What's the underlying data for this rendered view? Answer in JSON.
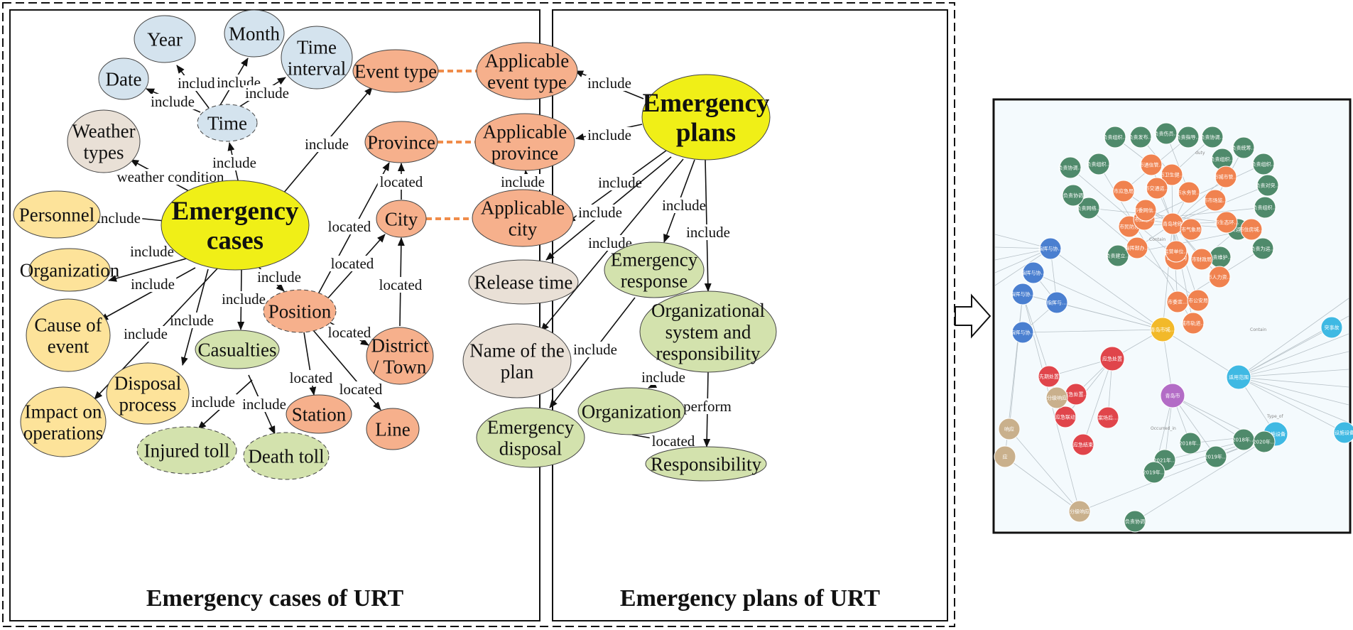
{
  "panels": {
    "left_title": "Emergency cases of URT",
    "right_title": "Emergency plans of URT"
  },
  "colors": {
    "blue": "#d4e3ee",
    "gray": "#e9e0d6",
    "yellow_light": "#fde39a",
    "yellow_center": "#f0ef17",
    "orange": "#f6b08c",
    "green": "#d3e2ad",
    "dashed_link": "#f08c4a"
  },
  "nodes": [
    {
      "id": "year",
      "lines": [
        "Year"
      ]
    },
    {
      "id": "month",
      "lines": [
        "Month"
      ]
    },
    {
      "id": "time_interval",
      "lines": [
        "Time",
        "interval"
      ]
    },
    {
      "id": "date",
      "lines": [
        "Date"
      ]
    },
    {
      "id": "time",
      "lines": [
        "Time"
      ]
    },
    {
      "id": "weather",
      "lines": [
        "Weather",
        "types"
      ]
    },
    {
      "id": "event_type",
      "lines": [
        "Event type"
      ]
    },
    {
      "id": "province",
      "lines": [
        "Province"
      ]
    },
    {
      "id": "city",
      "lines": [
        "City"
      ]
    },
    {
      "id": "personnel",
      "lines": [
        "Personnel"
      ]
    },
    {
      "id": "emergency_cases",
      "lines": [
        "Emergency",
        "cases"
      ]
    },
    {
      "id": "organization_l",
      "lines": [
        "Organization"
      ]
    },
    {
      "id": "cause",
      "lines": [
        "Cause of",
        "event"
      ]
    },
    {
      "id": "position",
      "lines": [
        "Position"
      ]
    },
    {
      "id": "district",
      "lines": [
        "District",
        "/ Town"
      ]
    },
    {
      "id": "casualties",
      "lines": [
        "Casualties"
      ]
    },
    {
      "id": "disposal_process",
      "lines": [
        "Disposal",
        "process"
      ]
    },
    {
      "id": "impact",
      "lines": [
        "Impact on",
        "operations"
      ]
    },
    {
      "id": "station",
      "lines": [
        "Station"
      ]
    },
    {
      "id": "line",
      "lines": [
        "Line"
      ]
    },
    {
      "id": "injured",
      "lines": [
        "Injured toll"
      ]
    },
    {
      "id": "death",
      "lines": [
        "Death toll"
      ]
    },
    {
      "id": "app_event_type",
      "lines": [
        "Applicable",
        "event type"
      ]
    },
    {
      "id": "app_province",
      "lines": [
        "Applicable",
        "province"
      ]
    },
    {
      "id": "app_city",
      "lines": [
        "Applicable",
        "city"
      ]
    },
    {
      "id": "emergency_plans",
      "lines": [
        "Emergency",
        "plans"
      ]
    },
    {
      "id": "release_time",
      "lines": [
        "Release time"
      ]
    },
    {
      "id": "emergency_response",
      "lines": [
        "Emergency",
        "response"
      ]
    },
    {
      "id": "name_plan",
      "lines": [
        "Name of the",
        "plan"
      ]
    },
    {
      "id": "org_system",
      "lines": [
        "Organizational",
        "system and",
        "responsibility"
      ]
    },
    {
      "id": "organization_r",
      "lines": [
        "Organization"
      ]
    },
    {
      "id": "emergency_disposal",
      "lines": [
        "Emergency",
        "disposal"
      ]
    },
    {
      "id": "responsibility",
      "lines": [
        "Responsibility"
      ]
    }
  ],
  "edges": [
    {
      "label": "include"
    },
    {
      "label": "include"
    },
    {
      "label": "include"
    },
    {
      "label": "include"
    },
    {
      "label": "include"
    },
    {
      "label": "weather condition"
    },
    {
      "label": "include"
    },
    {
      "label": "include"
    },
    {
      "label": "include"
    },
    {
      "label": "include"
    },
    {
      "label": "include"
    },
    {
      "label": "include"
    },
    {
      "label": "include"
    },
    {
      "label": "include"
    },
    {
      "label": "include"
    },
    {
      "label": "include"
    },
    {
      "label": "located"
    },
    {
      "label": "located"
    },
    {
      "label": "located"
    },
    {
      "label": "located"
    },
    {
      "label": "located"
    },
    {
      "label": "located"
    },
    {
      "label": "located"
    },
    {
      "label": "include"
    },
    {
      "label": "include"
    },
    {
      "label": "include"
    },
    {
      "label": "include"
    },
    {
      "label": "include"
    },
    {
      "label": "include"
    },
    {
      "label": "include"
    },
    {
      "label": "include"
    },
    {
      "label": "include"
    },
    {
      "label": "include"
    },
    {
      "label": "perform"
    },
    {
      "label": "located"
    }
  ],
  "kg_panel": {
    "nodes": [
      {
        "label": "负责组织…",
        "color": "green"
      },
      {
        "label": "负责发布…",
        "color": "green"
      },
      {
        "label": "负责伤员…",
        "color": "green"
      },
      {
        "label": "负责指导…",
        "color": "green"
      },
      {
        "label": "负责协调…",
        "color": "green"
      },
      {
        "label": "负责组织…",
        "color": "green"
      },
      {
        "label": "负责统筹…",
        "color": "green"
      },
      {
        "label": "负责组织…",
        "color": "green"
      },
      {
        "label": "负责对突…",
        "color": "green"
      },
      {
        "label": "负责组织…",
        "color": "green"
      },
      {
        "label": "负责协调…",
        "color": "green"
      },
      {
        "label": "负责网络…",
        "color": "green"
      },
      {
        "label": "负责建立…",
        "color": "green"
      },
      {
        "label": "负责运营…",
        "color": "green"
      },
      {
        "label": "负责维护…",
        "color": "green"
      },
      {
        "label": "负责为运…",
        "color": "green"
      },
      {
        "label": "负责协调",
        "color": "green"
      },
      {
        "label": "负责组织…",
        "color": "green"
      },
      {
        "label": "市通信管…",
        "color": "orange"
      },
      {
        "label": "市卫生健…",
        "color": "orange"
      },
      {
        "label": "市水务管…",
        "color": "orange"
      },
      {
        "label": "市应急局",
        "color": "orange"
      },
      {
        "label": "市交通运…",
        "color": "orange"
      },
      {
        "label": "市城市管…",
        "color": "orange"
      },
      {
        "label": "市市场监…",
        "color": "orange"
      },
      {
        "label": "市民防办",
        "color": "orange"
      },
      {
        "label": "青岛地铁",
        "color": "orange"
      },
      {
        "label": "市应急…",
        "color": "orange"
      },
      {
        "label": "组织机构",
        "color": "orange"
      },
      {
        "label": "市生态环…",
        "color": "orange"
      },
      {
        "label": "市住房城…",
        "color": "orange"
      },
      {
        "label": "市财政局",
        "color": "orange"
      },
      {
        "label": "市人力资…",
        "color": "orange"
      },
      {
        "label": "市委宣…",
        "color": "orange"
      },
      {
        "label": "市公安局",
        "color": "orange"
      },
      {
        "label": "城市轨道…",
        "color": "orange"
      },
      {
        "label": "运营单位…",
        "color": "orange"
      },
      {
        "label": "指挥部办…",
        "color": "orange"
      },
      {
        "label": "市气象局",
        "color": "orange"
      },
      {
        "label": "市委网信…",
        "color": "orange"
      },
      {
        "label": "指挥与协…",
        "color": "blue"
      },
      {
        "label": "指挥与协…",
        "color": "blue"
      },
      {
        "label": "指挥与协…",
        "color": "blue"
      },
      {
        "label": "指挥与…",
        "color": "blue"
      },
      {
        "label": "指挥与协…",
        "color": "blue"
      },
      {
        "label": "青岛市城…",
        "color": "gold"
      },
      {
        "label": "应急处置",
        "color": "red"
      },
      {
        "label": "先期处置",
        "color": "red"
      },
      {
        "label": "应急处置…",
        "color": "red"
      },
      {
        "label": "应急联动",
        "color": "red"
      },
      {
        "label": "应急结束",
        "color": "red"
      },
      {
        "label": "案场后…",
        "color": "red"
      },
      {
        "label": "青岛市",
        "color": "purple"
      },
      {
        "label": "适用范围",
        "color": "cyan"
      },
      {
        "label": "设施设备",
        "color": "cyan"
      },
      {
        "label": "突事故",
        "color": "cyan"
      },
      {
        "label": "设施设备",
        "color": "cyan"
      },
      {
        "label": "2021年…",
        "color": "green"
      },
      {
        "label": "2018年…",
        "color": "green"
      },
      {
        "label": "2019年…",
        "color": "green"
      },
      {
        "label": "2018年…",
        "color": "green"
      },
      {
        "label": "2020年…",
        "color": "green"
      },
      {
        "label": "2019年…",
        "color": "green"
      },
      {
        "label": "分级响应",
        "color": "tan"
      },
      {
        "label": "分级响应",
        "color": "tan"
      },
      {
        "label": "响应",
        "color": "tan"
      },
      {
        "label": "应",
        "color": "tan"
      },
      {
        "label": "负责协调",
        "color": "green"
      }
    ],
    "edge_labels": [
      "duty",
      "Contain",
      "Occurred_in",
      "Type_of"
    ]
  }
}
